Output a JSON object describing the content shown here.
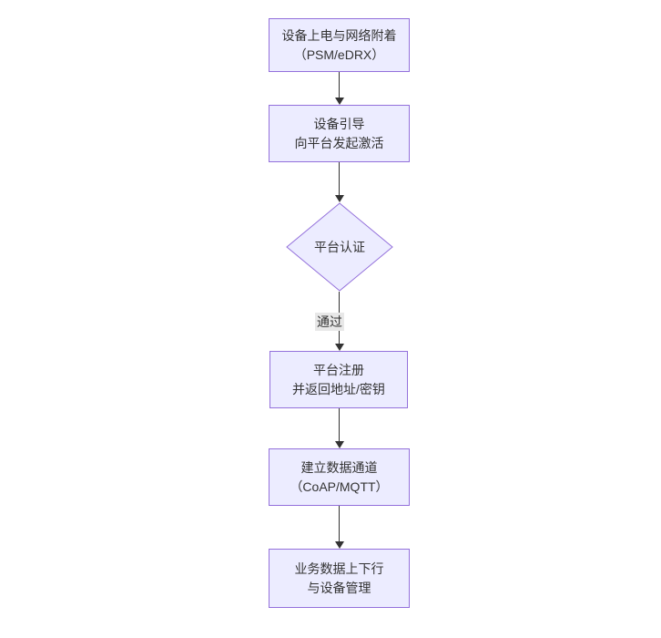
{
  "diagram": {
    "type": "flowchart",
    "direction": "top-down",
    "nodes": [
      {
        "id": "A",
        "shape": "rect",
        "lines": [
          "设备上电与网络附着",
          "（PSM/eDRX）"
        ]
      },
      {
        "id": "B",
        "shape": "rect",
        "lines": [
          "设备引导",
          "向平台发起激活"
        ]
      },
      {
        "id": "C",
        "shape": "diamond",
        "lines": [
          "平台认证"
        ]
      },
      {
        "id": "D",
        "shape": "rect",
        "lines": [
          "平台注册",
          "并返回地址/密钥"
        ]
      },
      {
        "id": "E",
        "shape": "rect",
        "lines": [
          "建立数据通道",
          "（CoAP/MQTT）"
        ]
      },
      {
        "id": "F",
        "shape": "rect",
        "lines": [
          "业务数据上下行",
          "与设备管理"
        ]
      }
    ],
    "edges": [
      {
        "from": "A",
        "to": "B",
        "label": ""
      },
      {
        "from": "B",
        "to": "C",
        "label": ""
      },
      {
        "from": "C",
        "to": "D",
        "label": "通过"
      },
      {
        "from": "D",
        "to": "E",
        "label": ""
      },
      {
        "from": "E",
        "to": "F",
        "label": ""
      }
    ],
    "colors": {
      "node_fill": "#ECECFF",
      "node_border": "#9370DB",
      "edge_line": "#333333",
      "edge_label_bg": "#e8e8e8",
      "text": "#333333"
    }
  }
}
